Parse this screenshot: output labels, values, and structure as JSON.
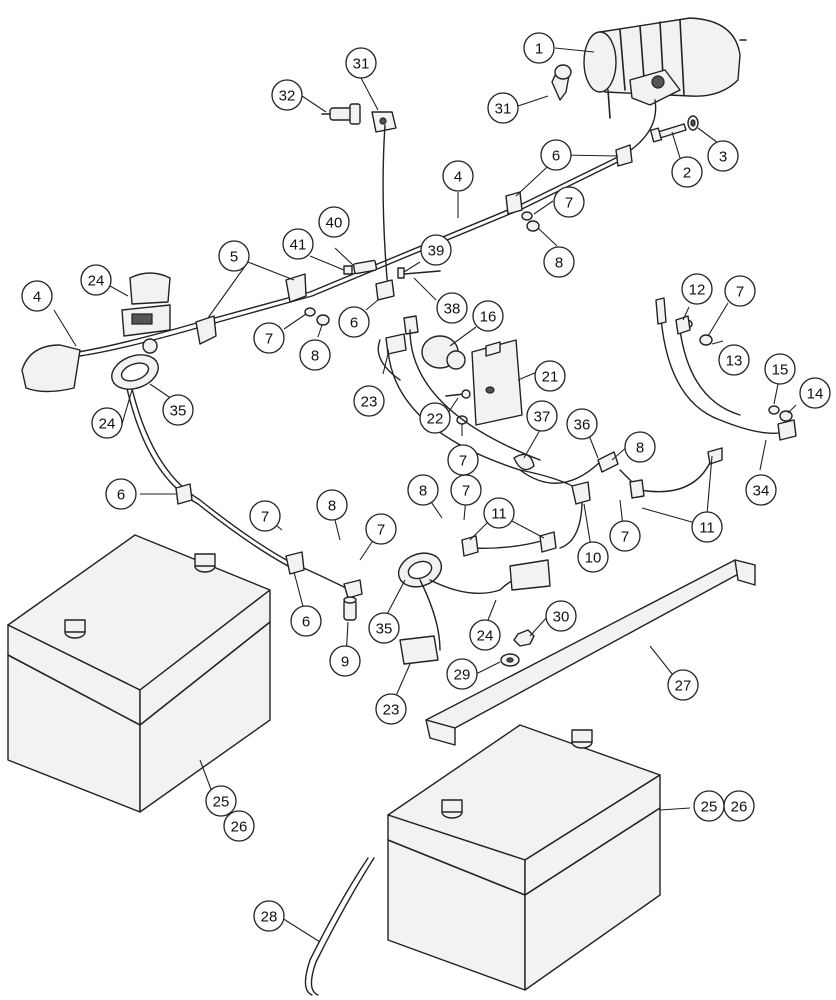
{
  "callouts": [
    {
      "id": "c1",
      "label": "1"
    },
    {
      "id": "c31a",
      "label": "31"
    },
    {
      "id": "c31b",
      "label": "31"
    },
    {
      "id": "c32",
      "label": "32"
    },
    {
      "id": "c2",
      "label": "2"
    },
    {
      "id": "c3",
      "label": "3"
    },
    {
      "id": "c6a",
      "label": "6"
    },
    {
      "id": "c4a",
      "label": "4"
    },
    {
      "id": "c7a",
      "label": "7"
    },
    {
      "id": "c8a",
      "label": "8"
    },
    {
      "id": "c40",
      "label": "40"
    },
    {
      "id": "c41",
      "label": "41"
    },
    {
      "id": "c39",
      "label": "39"
    },
    {
      "id": "c5",
      "label": "5"
    },
    {
      "id": "c24a",
      "label": "24"
    },
    {
      "id": "c4b",
      "label": "4"
    },
    {
      "id": "c38",
      "label": "38"
    },
    {
      "id": "c7b",
      "label": "7"
    },
    {
      "id": "c8b",
      "label": "8"
    },
    {
      "id": "c6b",
      "label": "6"
    },
    {
      "id": "c16",
      "label": "16"
    },
    {
      "id": "c12",
      "label": "12"
    },
    {
      "id": "c7c",
      "label": "7"
    },
    {
      "id": "c13",
      "label": "13"
    },
    {
      "id": "c35a",
      "label": "35"
    },
    {
      "id": "c23a",
      "label": "23"
    },
    {
      "id": "c21",
      "label": "21"
    },
    {
      "id": "c15",
      "label": "15"
    },
    {
      "id": "c14",
      "label": "14"
    },
    {
      "id": "c24b",
      "label": "24"
    },
    {
      "id": "c22",
      "label": "22"
    },
    {
      "id": "c7d",
      "label": "7"
    },
    {
      "id": "c37",
      "label": "37"
    },
    {
      "id": "c36",
      "label": "36"
    },
    {
      "id": "c8c",
      "label": "8"
    },
    {
      "id": "c34",
      "label": "34"
    },
    {
      "id": "c6c",
      "label": "6"
    },
    {
      "id": "c8d",
      "label": "8"
    },
    {
      "id": "c7e",
      "label": "7"
    },
    {
      "id": "c11a",
      "label": "11"
    },
    {
      "id": "c11b",
      "label": "11"
    },
    {
      "id": "c7f",
      "label": "7"
    },
    {
      "id": "c7g",
      "label": "7"
    },
    {
      "id": "c8e",
      "label": "8"
    },
    {
      "id": "c10",
      "label": "10"
    },
    {
      "id": "c7h",
      "label": "7"
    },
    {
      "id": "c6d",
      "label": "6"
    },
    {
      "id": "c9",
      "label": "9"
    },
    {
      "id": "c35b",
      "label": "35"
    },
    {
      "id": "c24c",
      "label": "24"
    },
    {
      "id": "c30",
      "label": "30"
    },
    {
      "id": "c29",
      "label": "29"
    },
    {
      "id": "c23b",
      "label": "23"
    },
    {
      "id": "c27",
      "label": "27"
    },
    {
      "id": "c25a",
      "label": "25"
    },
    {
      "id": "c26a",
      "label": "26"
    },
    {
      "id": "c25b",
      "label": "25"
    },
    {
      "id": "c26b",
      "label": "26"
    },
    {
      "id": "c28",
      "label": "28"
    }
  ]
}
